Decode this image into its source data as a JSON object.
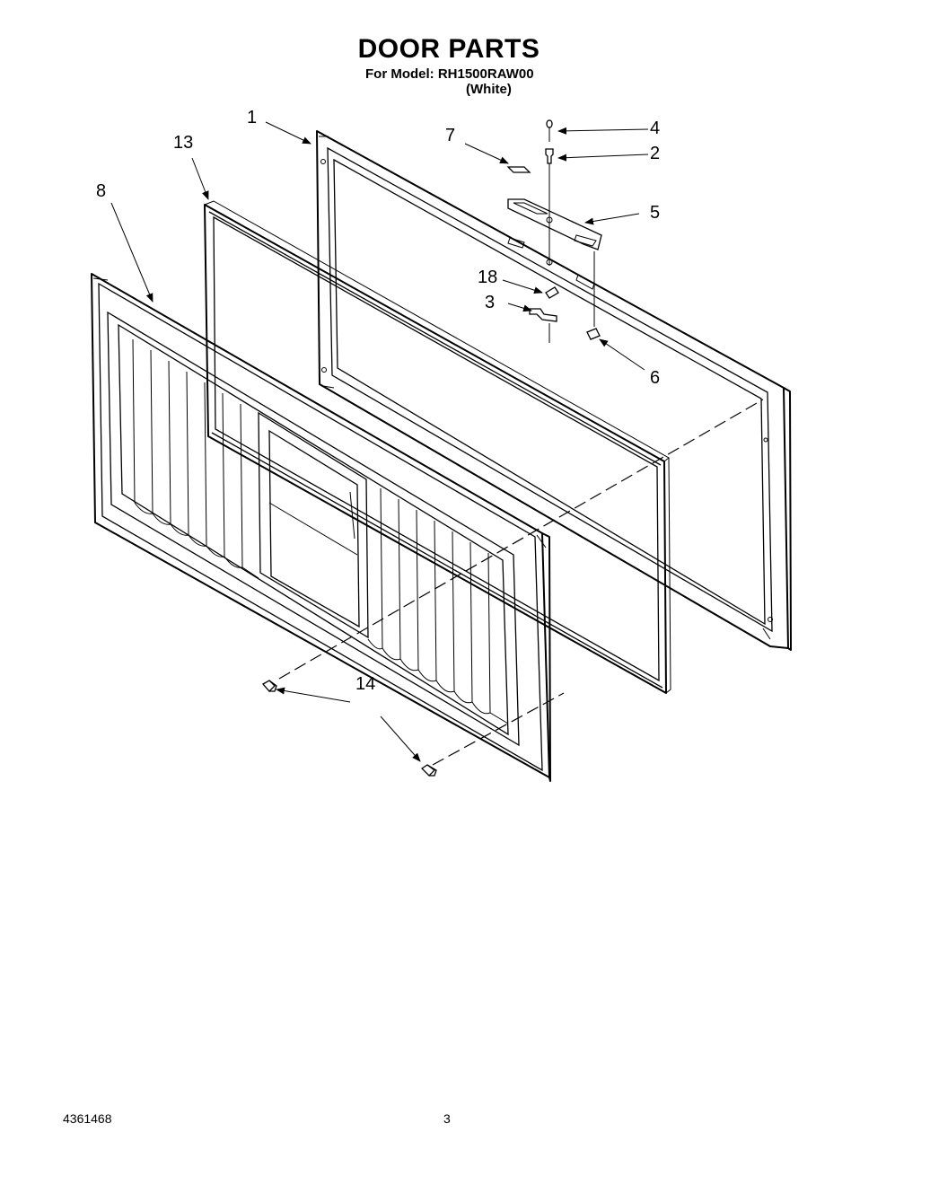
{
  "header": {
    "title": "DOOR PARTS",
    "model_line": "For Model: RH1500RAW00",
    "variant": "(White)"
  },
  "callouts": {
    "c1": "1",
    "c13": "13",
    "c8": "8",
    "c7": "7",
    "c4": "4",
    "c2": "2",
    "c5": "5",
    "c18": "18",
    "c3": "3",
    "c6": "6",
    "c14": "14"
  },
  "footer": {
    "doc_number": "4361468",
    "page_number": "3"
  }
}
